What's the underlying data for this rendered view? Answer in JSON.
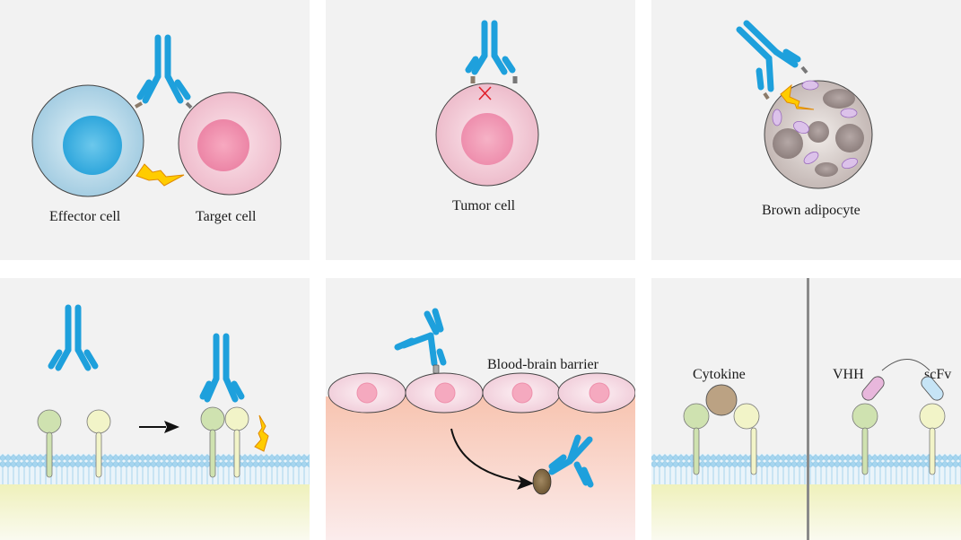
{
  "figure": {
    "panels": [
      {
        "id": "adcc",
        "labels": {
          "left_cell": "Effector cell",
          "right_cell": "Target cell"
        }
      },
      {
        "id": "blocking",
        "labels": {
          "cell": "Tumor cell"
        }
      },
      {
        "id": "adipocyte",
        "labels": {
          "cell": "Brown adipocyte"
        }
      },
      {
        "id": "receptor-dimerization",
        "labels": {}
      },
      {
        "id": "bbb-transport",
        "labels": {
          "barrier": "Blood-brain barrier"
        }
      },
      {
        "id": "cytokine-mimetic",
        "labels": {
          "ligand": "Cytokine",
          "left_binder": "VHH",
          "right_binder": "scFv"
        }
      }
    ]
  },
  "colors": {
    "antibody": "#1ea0dc",
    "effector_cell": "#a9d4e8",
    "effector_nucleus": "#3aaee0",
    "target_cell": "#f4c6d4",
    "target_nucleus": "#ef8fae",
    "adipocyte": "#c9bfbd",
    "lipid_droplet": "#9c8d8b",
    "mitochondrion": "#d9b8e6",
    "lightning": "#ffcc00",
    "receptor_green": "#cfe2b0",
    "receptor_yellow": "#f2f4c8",
    "membrane": "#9fd2ee",
    "cytoplasm": "#eef0b8",
    "brain_tissue": "#f8c5b2",
    "cytokine": "#bba283",
    "vhh": "#e8b7dc",
    "scfv": "#c6e4f6",
    "inhibition_mark": "#e0202a"
  }
}
